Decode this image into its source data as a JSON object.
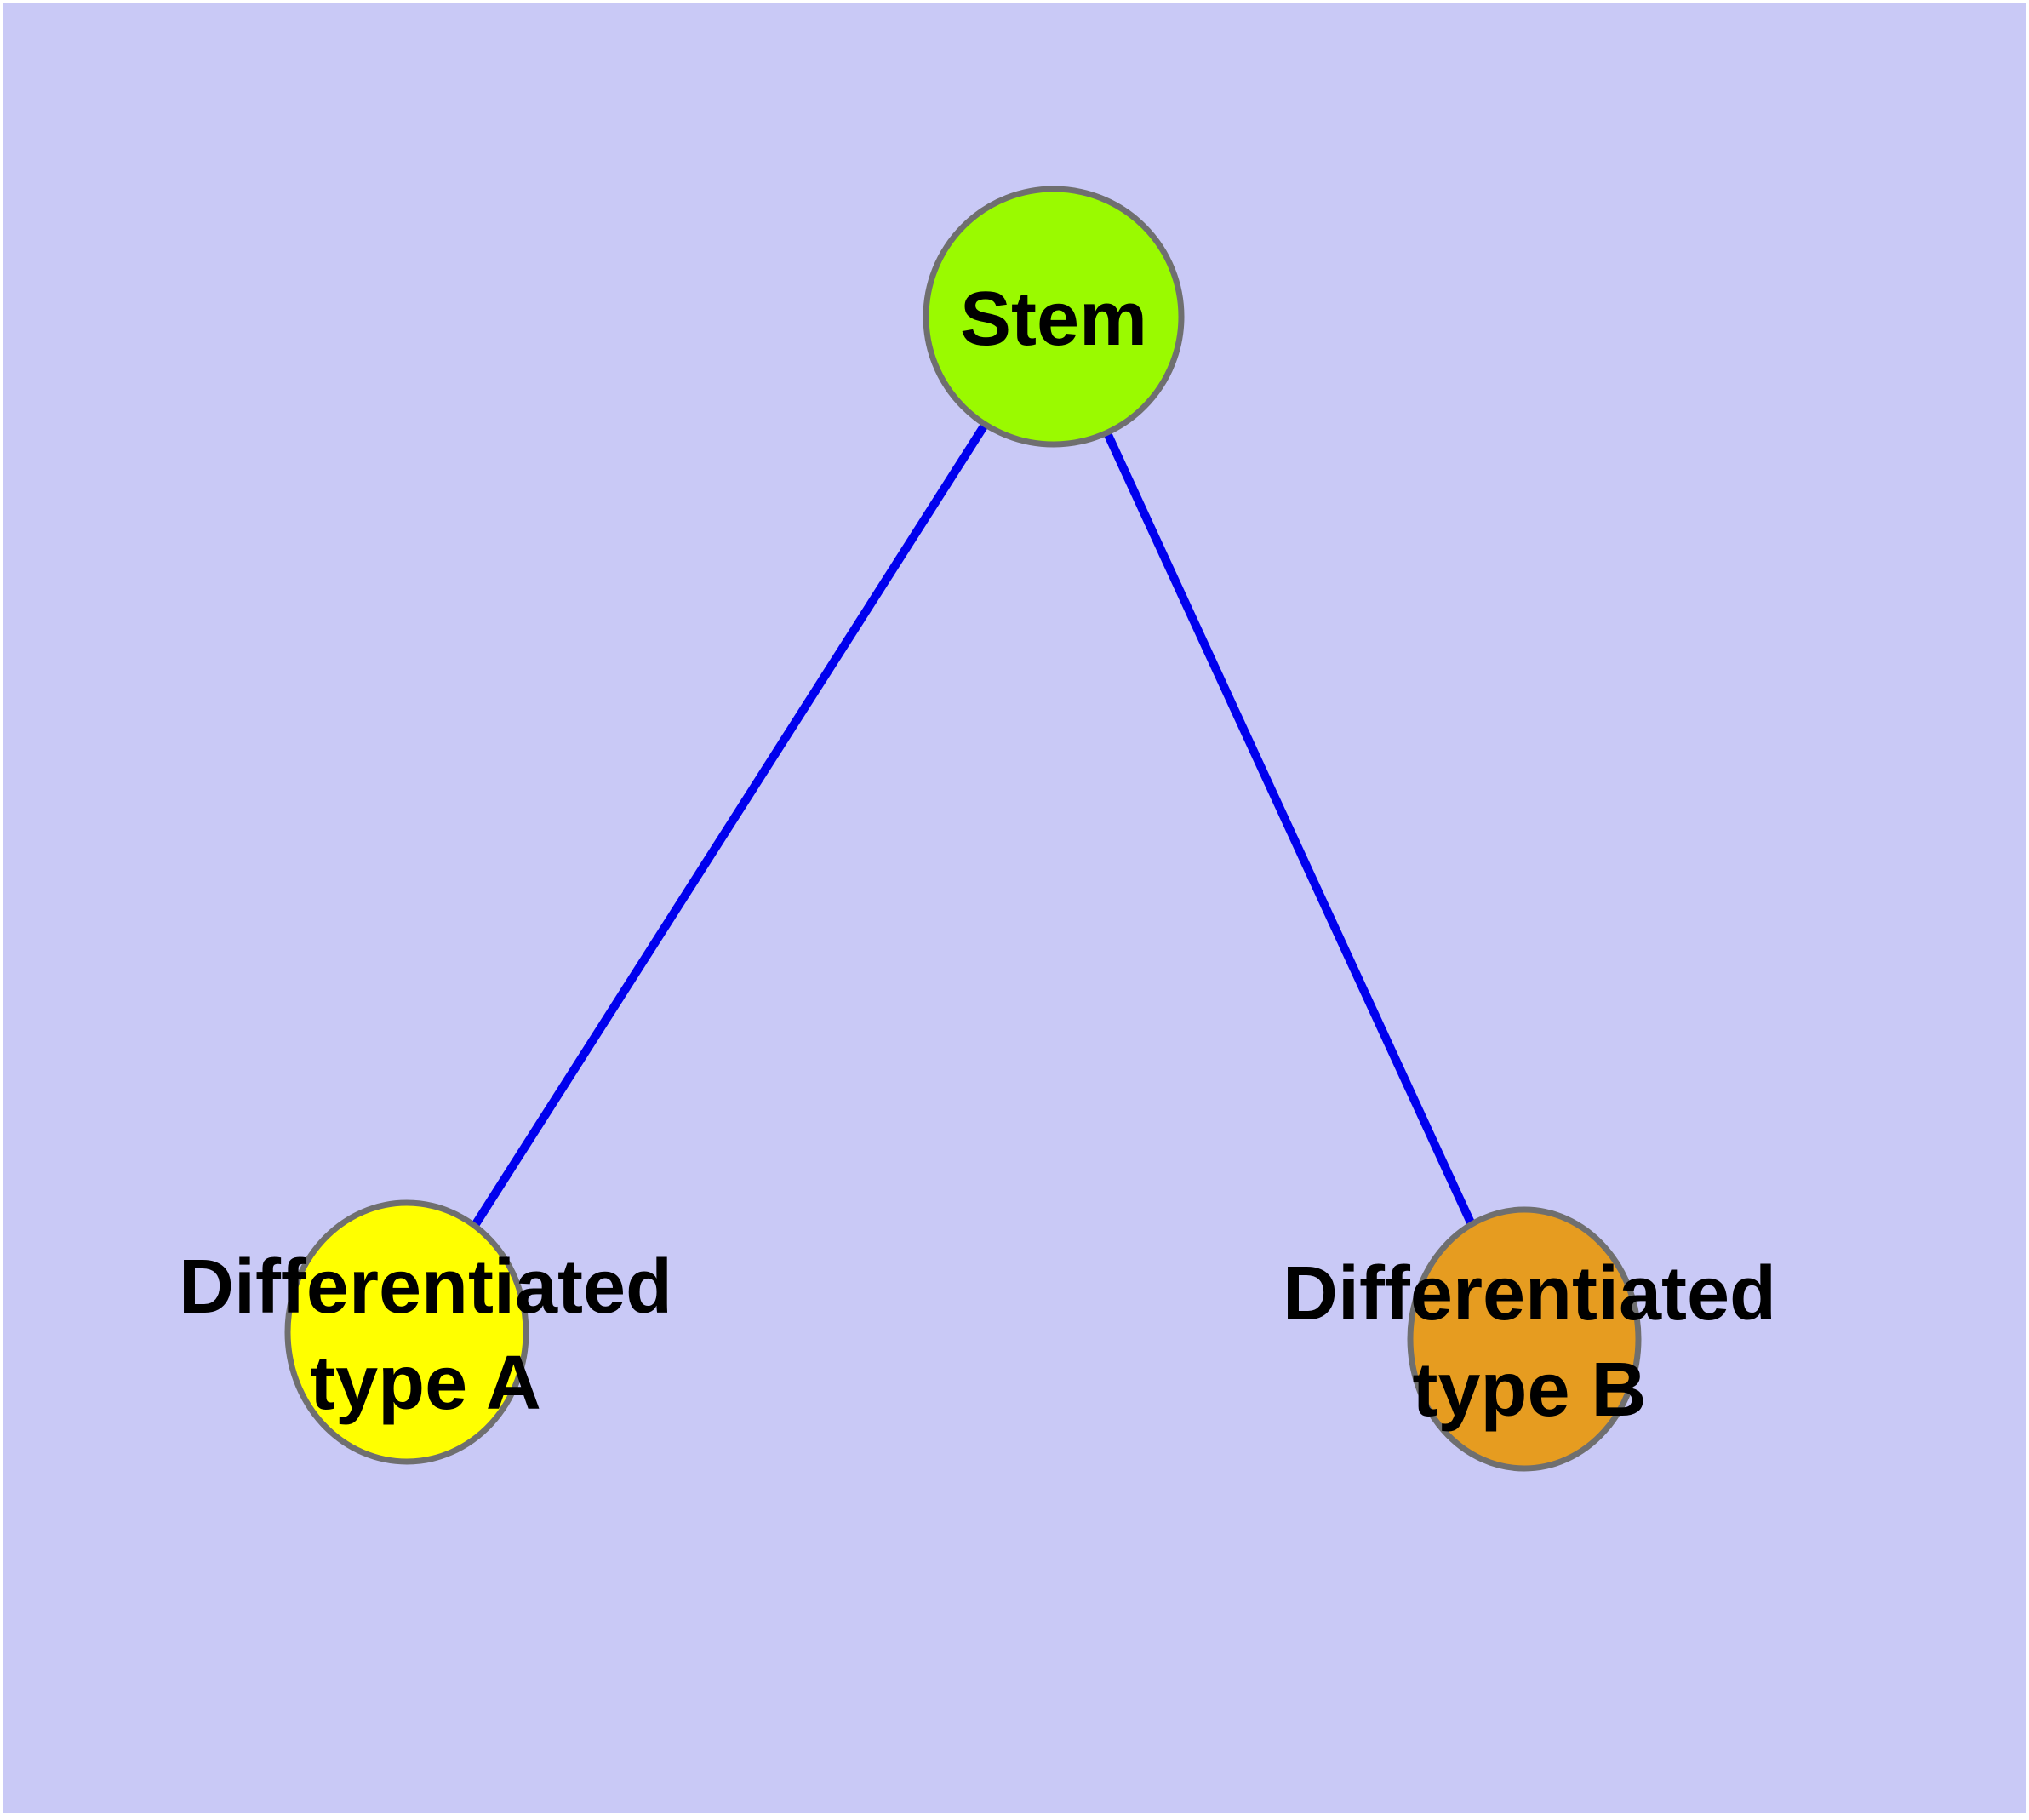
{
  "diagram": {
    "background_color": "#C9C9F6",
    "margin_color": "#FFFFFF",
    "edge_color": "#0000EE",
    "node_border_color": "#6F6F6F",
    "text_color": "#000000",
    "nodes": [
      {
        "id": "stem",
        "label": "Stem",
        "label_lines": [
          "Stem"
        ],
        "fill": "#9AFA00"
      },
      {
        "id": "type_a",
        "label": "Differentiated type A",
        "label_lines": [
          "Differentiated",
          "type A"
        ],
        "fill": "#FFFF00"
      },
      {
        "id": "type_b",
        "label": "Differentiated type B",
        "label_lines": [
          "Differentiated",
          "type B"
        ],
        "fill": "#E69C20"
      }
    ],
    "edges": [
      {
        "from": "Stem",
        "to": "Differentiated type A"
      },
      {
        "from": "Stem",
        "to": "Differentiated type B"
      }
    ]
  }
}
